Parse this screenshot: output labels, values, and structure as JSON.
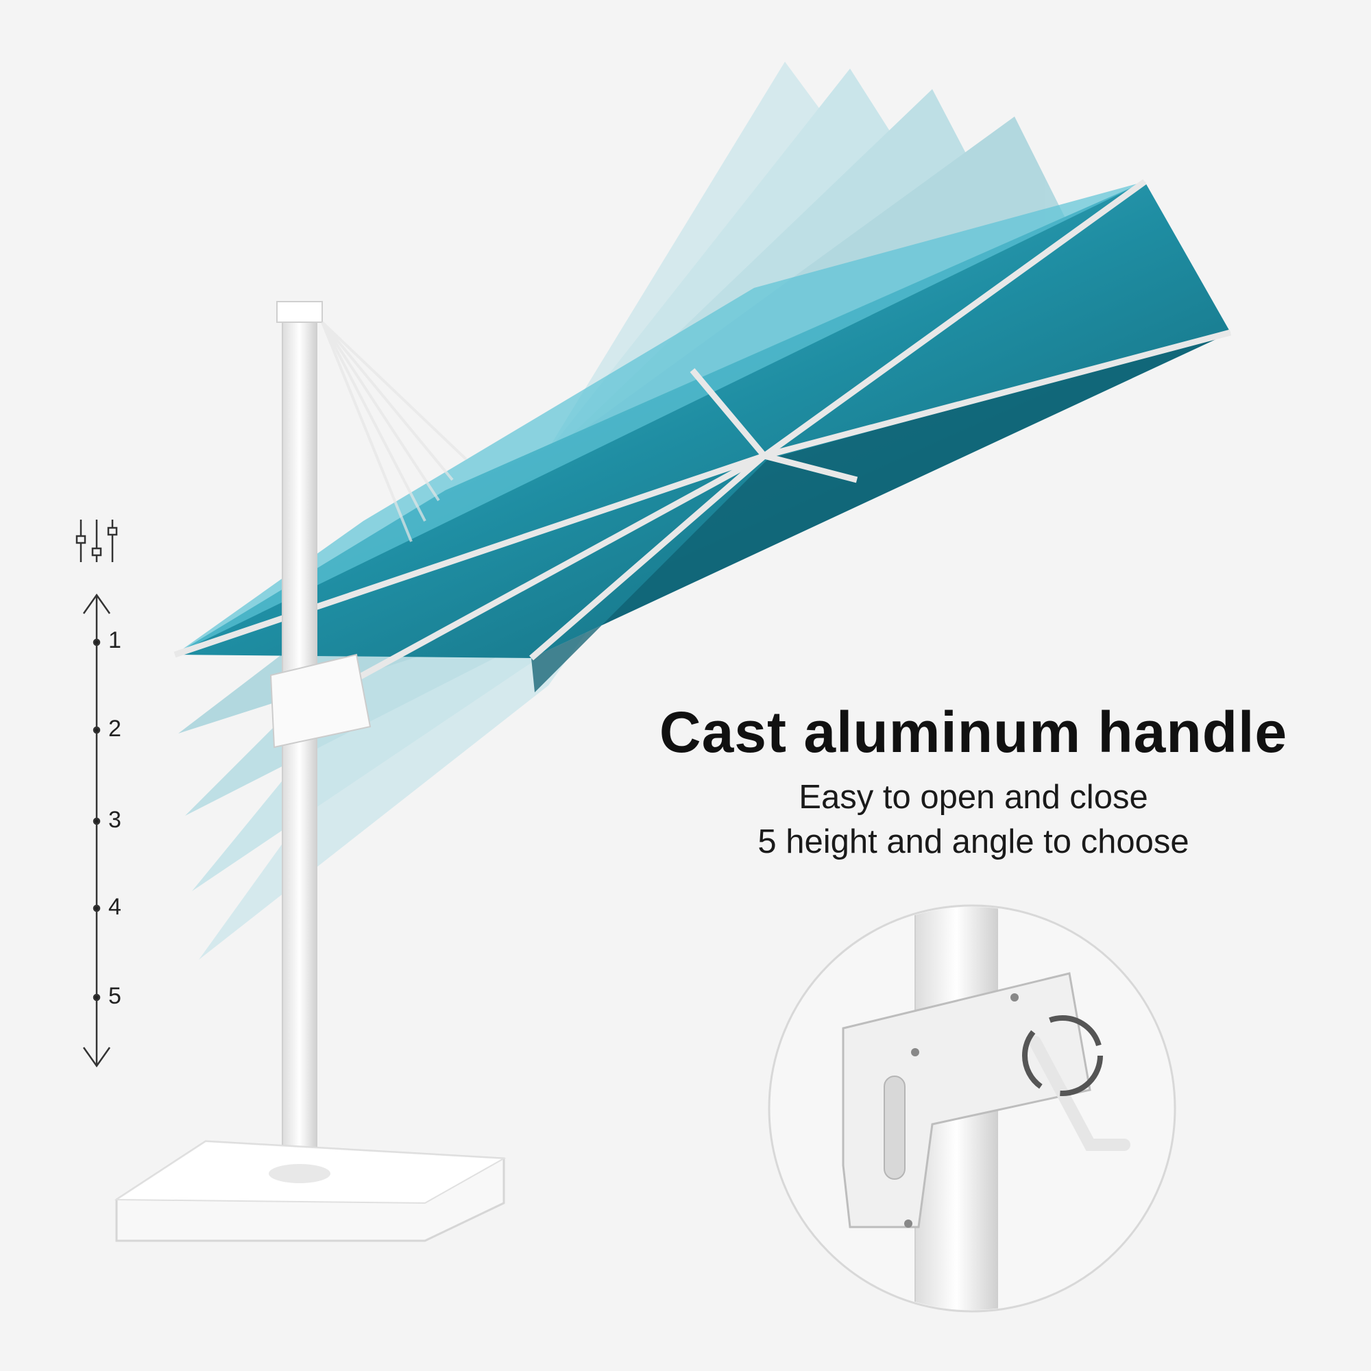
{
  "feature": {
    "title": "Cast aluminum handle",
    "line1": "Easy to open and close",
    "line2": "5 height and angle to choose"
  },
  "height_scale": {
    "icon": "sliders-icon",
    "levels": [
      "1",
      "2",
      "3",
      "4",
      "5"
    ]
  },
  "colors": {
    "canopy": "#1f8ea3",
    "canopy_light": "#5cc3d6",
    "canopy_dark": "#0f5f70",
    "frame": "#f5f5f5",
    "background": "#f4f4f4"
  }
}
